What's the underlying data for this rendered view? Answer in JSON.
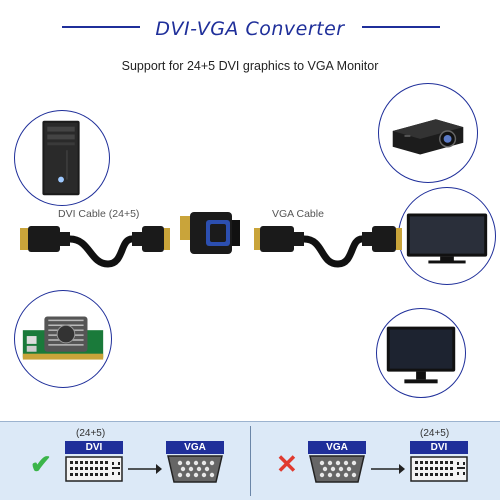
{
  "header": {
    "title": "DVI-VGA Converter",
    "subtitle": "Support for 24+5 DVI graphics to VGA Monitor"
  },
  "cables": {
    "dvi_label": "DVI Cable (24+5)",
    "vga_label": "VGA Cable"
  },
  "compatibility": {
    "supported": {
      "status_mark": "✔",
      "source_sub": "(24+5)",
      "source_label": "DVI",
      "target_label": "VGA"
    },
    "unsupported": {
      "status_mark": "✕",
      "source_label": "VGA",
      "target_sub": "(24+5)",
      "target_label": "DVI"
    }
  },
  "colors": {
    "accent": "#1f2f9a",
    "supported": "#3bb54a",
    "unsupported": "#e03a2f",
    "panel": "#dce9f7"
  },
  "icons": [
    "computer-tower-icon",
    "graphics-card-icon",
    "projector-icon",
    "tv-icon",
    "monitor-icon",
    "dvi-port-icon",
    "vga-port-icon",
    "check-icon",
    "cross-icon",
    "arrow-right-icon"
  ]
}
